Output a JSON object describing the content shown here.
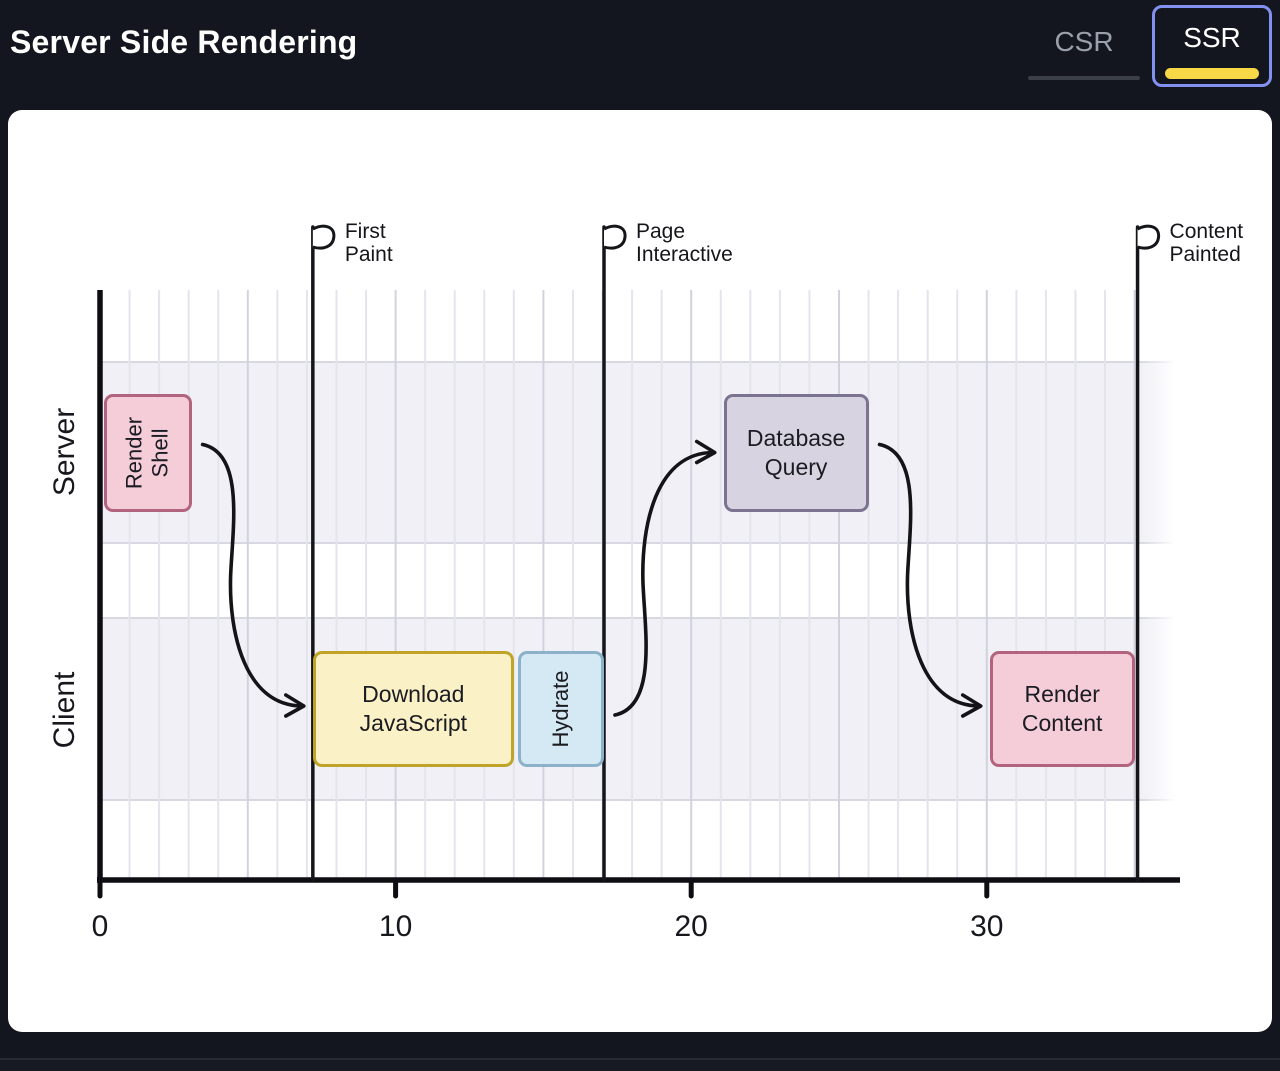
{
  "header": {
    "title": "Server Side Rendering",
    "tabs": [
      {
        "label": "CSR",
        "active": false
      },
      {
        "label": "SSR",
        "active": true
      }
    ]
  },
  "colors": {
    "header_bg": "#13161e",
    "card_bg": "#ffffff",
    "accent_yellow": "#f8d847",
    "tab_active_border": "#8290f0",
    "tab_inactive_text": "#9aa0ab",
    "tab_inactive_underline": "#3a3f48",
    "ink": "#17181d",
    "lane_bg": "#f0f0f6",
    "lane_edge": "#d8d8e2",
    "grid_minor": "#e4e4ed",
    "grid_major": "#d2d2de",
    "task_styles": {
      "pink": {
        "fill": "#f4cdd9",
        "border": "#b2647e"
      },
      "yellow": {
        "fill": "#fbf1c6",
        "border": "#bfa428"
      },
      "blue": {
        "fill": "#d5e9f4",
        "border": "#8cb2c9"
      },
      "gray": {
        "fill": "#d7d3e0",
        "border": "#7c7390"
      }
    }
  },
  "chart_data": {
    "type": "timeline",
    "title": "Server Side Rendering",
    "xlabel": "",
    "ylabel": "",
    "x_axis": {
      "ticks": [
        "0",
        "10",
        "20",
        "30"
      ],
      "tick_values": [
        0,
        10,
        20,
        30
      ],
      "range": [
        0,
        36.3
      ],
      "grid": true
    },
    "lanes": [
      {
        "name": "Server"
      },
      {
        "name": "Client"
      }
    ],
    "tasks": [
      {
        "label": "Render Shell",
        "lane": "Server",
        "start": 0.15,
        "end": 3.1,
        "style": "pink",
        "rotated": true
      },
      {
        "label": "Download JavaScript",
        "lane": "Client",
        "start": 7.2,
        "end": 14.0,
        "style": "yellow",
        "rotated": false
      },
      {
        "label": "Hydrate",
        "lane": "Client",
        "start": 14.15,
        "end": 17.05,
        "style": "blue",
        "rotated": true
      },
      {
        "label": "Database Query",
        "lane": "Server",
        "start": 21.1,
        "end": 26.0,
        "style": "gray",
        "rotated": false
      },
      {
        "label": "Render Content",
        "lane": "Client",
        "start": 30.1,
        "end": 35.0,
        "style": "pink",
        "rotated": false
      }
    ],
    "milestones": [
      {
        "lines": [
          "First",
          "Paint"
        ],
        "t": 7.2
      },
      {
        "lines": [
          "Page",
          "Interactive"
        ],
        "t": 17.05
      },
      {
        "lines": [
          "Content",
          "Painted"
        ],
        "t": 35.1
      }
    ],
    "arrows": [
      {
        "from": "Render Shell",
        "to": "Download JavaScript"
      },
      {
        "from": "Hydrate",
        "to": "Database Query"
      },
      {
        "from": "Database Query",
        "to": "Render Content"
      }
    ]
  }
}
